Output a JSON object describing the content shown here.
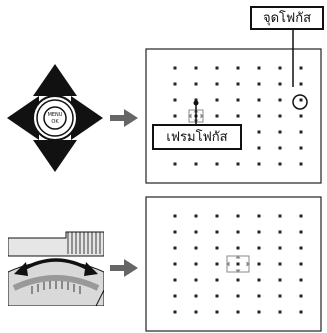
{
  "labels": {
    "focus_point": "จุดโฟกัส",
    "focus_frame": "เฟรมโฟกัส"
  },
  "dpad": {
    "center_label_top": "MENU",
    "center_label_bottom": "OK"
  },
  "icons": {
    "dpad": "four-way-selector-icon",
    "dial": "command-dial-icon",
    "arrow": "right-arrow-icon"
  },
  "colors": {
    "ink": "#111111",
    "arrow": "#666666",
    "panel_border": "#222222",
    "grid_dot": "#222222"
  }
}
